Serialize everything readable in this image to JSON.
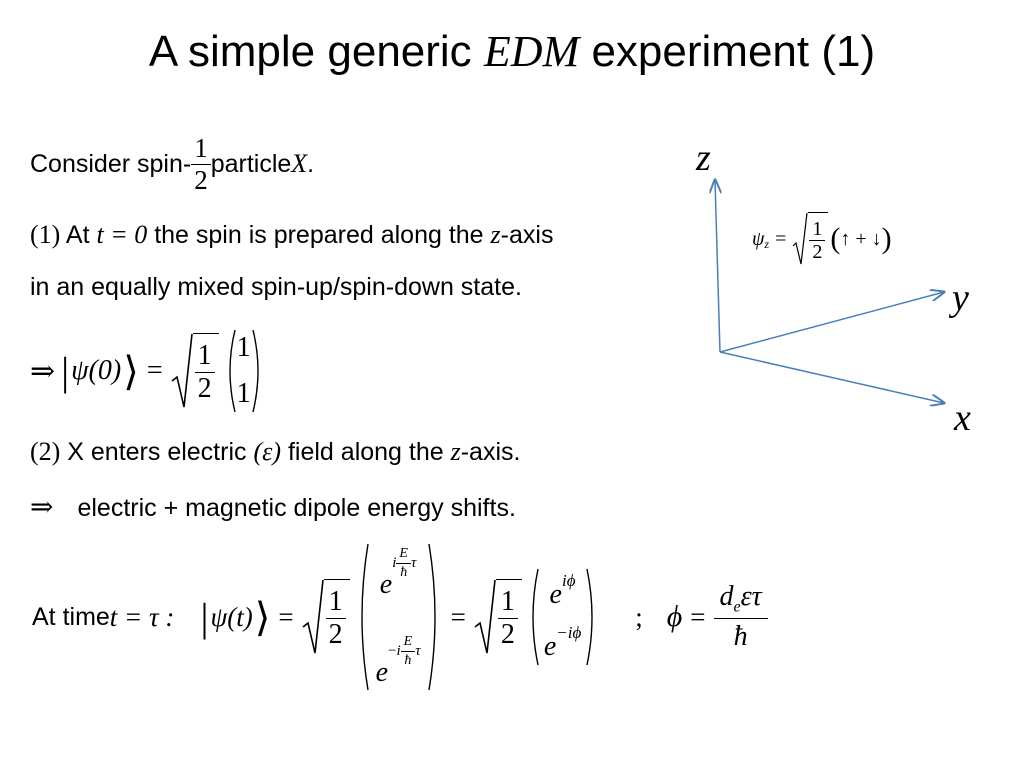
{
  "slide": {
    "title_prefix": "A simple generic ",
    "title_math": "EDM",
    "title_suffix": " experiment (1)"
  },
  "lines": {
    "l1_a": "Consider spin-",
    "l1_frac_num": "1",
    "l1_frac_den": "2",
    "l1_b": "particle ",
    "l1_math": "X",
    "l1_c": ".",
    "l2_num": "(1)",
    "l2_a": " At ",
    "l2_math": "t = 0",
    "l2_b": " the spin is prepared along the ",
    "l2_z": "z",
    "l2_c": "-axis",
    "l3": "in an equally mixed spin-up/spin-down state.",
    "l4_implies": "⇒",
    "l4_ket": "ψ(0)",
    "l4_eq": "=",
    "l4_frac_num": "1",
    "l4_frac_den": "2",
    "l4_vec_top": "1",
    "l4_vec_bot": "1",
    "l5_num": "(2)",
    "l5_a": " X enters electric ",
    "l5_eps": "(ε)",
    "l5_b": " field along the ",
    "l5_z": "z",
    "l5_c": "-axis.",
    "l6_implies": "⇒",
    "l6_text": "electric + magnetic dipole energy shifts.",
    "l7_a": "At time ",
    "l7_math": "t = τ :",
    "l7_ket": "ψ(t)",
    "l7_eq1": "=",
    "l7_frac_num": "1",
    "l7_frac_den": "2",
    "l7_e": "e",
    "l7_exp_top_i": "i",
    "l7_exp_top_E": "E",
    "l7_exp_top_hbar": "ħ",
    "l7_exp_top_tau": "τ",
    "l7_exp_bot_minus": "−",
    "l7_exp_bot_i": "i",
    "l7_exp_bot_E": "E",
    "l7_exp_bot_hbar": "ħ",
    "l7_exp_bot_tau": "τ",
    "l7_eq2": "=",
    "l7_frac2_num": "1",
    "l7_frac2_den": "2",
    "l7_e2_top_exp": "iϕ",
    "l7_e2_bot_exp": "−iϕ",
    "l7_semicolon": ";",
    "l7_phi": "ϕ",
    "l7_phi_eq": "=",
    "l7_phi_num_d": "d",
    "l7_phi_num_sub": "e",
    "l7_phi_num_rest": "ετ",
    "l7_phi_den": "ħ"
  },
  "diagram": {
    "z_label": "z",
    "y_label": "y",
    "x_label": "x",
    "psi": "ψ",
    "psi_sub": "z",
    "psi_eq": "=",
    "psi_frac_num": "1",
    "psi_frac_den": "2",
    "psi_paren_content": "↑ + ↓",
    "axis_color": "#4a7ebb"
  }
}
